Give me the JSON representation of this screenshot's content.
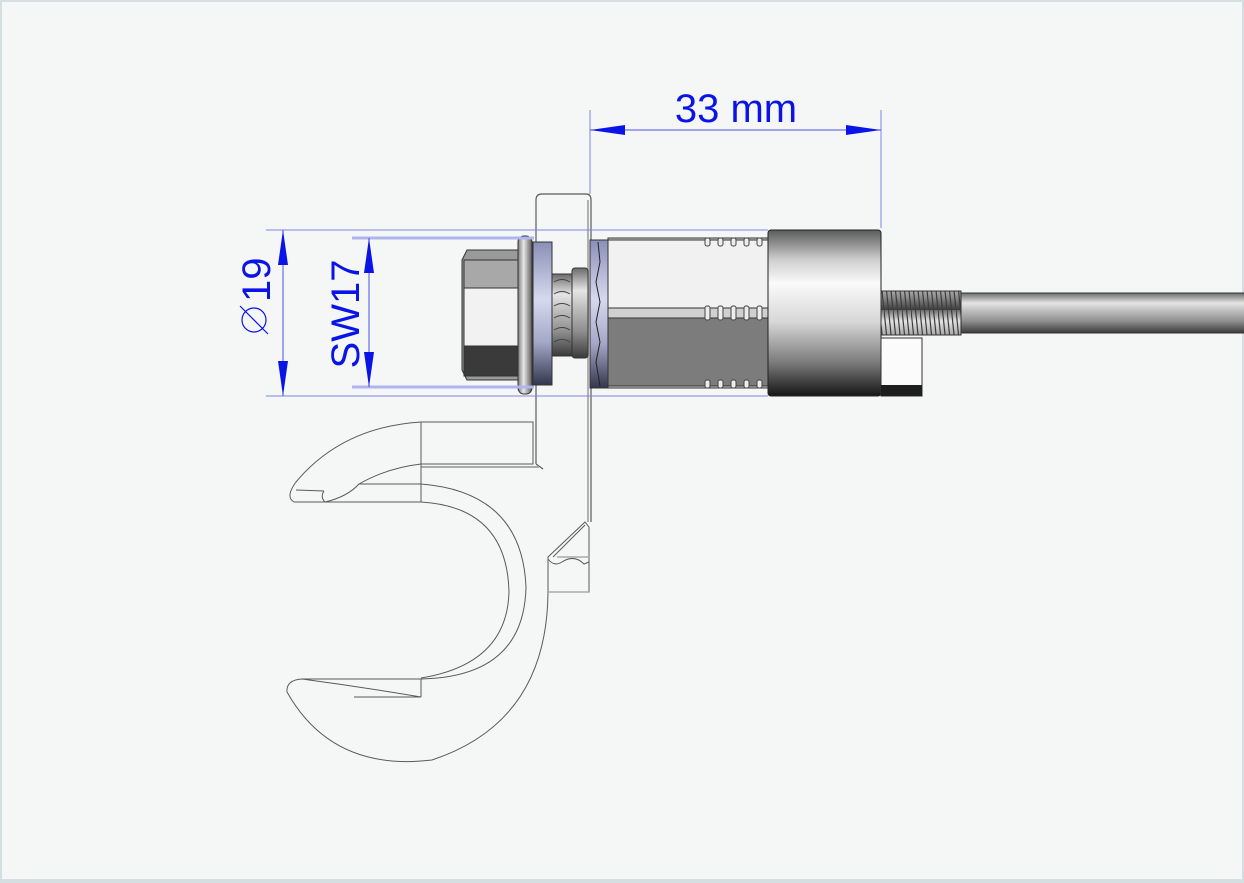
{
  "drawing": {
    "type": "technical-drawing",
    "subject": "bolt assembly with wrench hook"
  },
  "dimensions": {
    "length": {
      "label": "33 mm",
      "value": 33,
      "unit": "mm"
    },
    "diameter": {
      "symbol": "ϕ",
      "label": "19",
      "value": 19
    },
    "wrench_size": {
      "label": "SW17",
      "value": 17
    }
  },
  "colors": {
    "background": "#f5f7f6",
    "frame": "#d5dfe1",
    "dimension": "#0a14e6",
    "extension_line": "#7f86e8",
    "outline": "#555555"
  }
}
